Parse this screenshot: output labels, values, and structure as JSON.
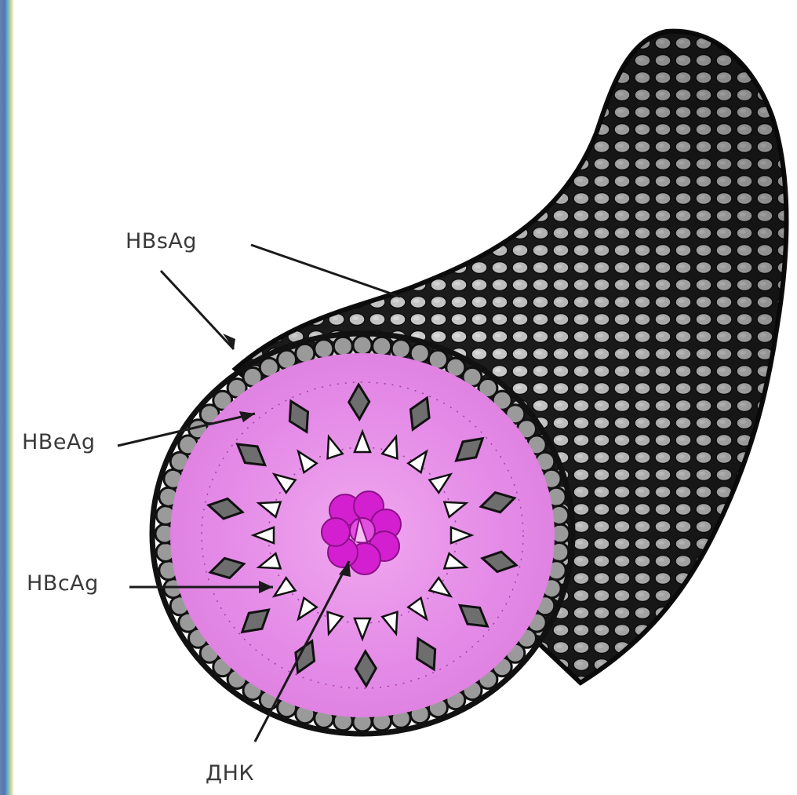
{
  "labels": {
    "hbsag": "HBsAg",
    "hbeag": "HBeAg",
    "hbcag": "HBcAg",
    "dnk": "ДНК"
  },
  "colors": {
    "background": "#ffffff",
    "core_pink": "#e58de8",
    "dna_magenta": "#d41fd0",
    "envelope_dark": "#2a2a2a",
    "antigen_gray": "#6e6e6e"
  }
}
